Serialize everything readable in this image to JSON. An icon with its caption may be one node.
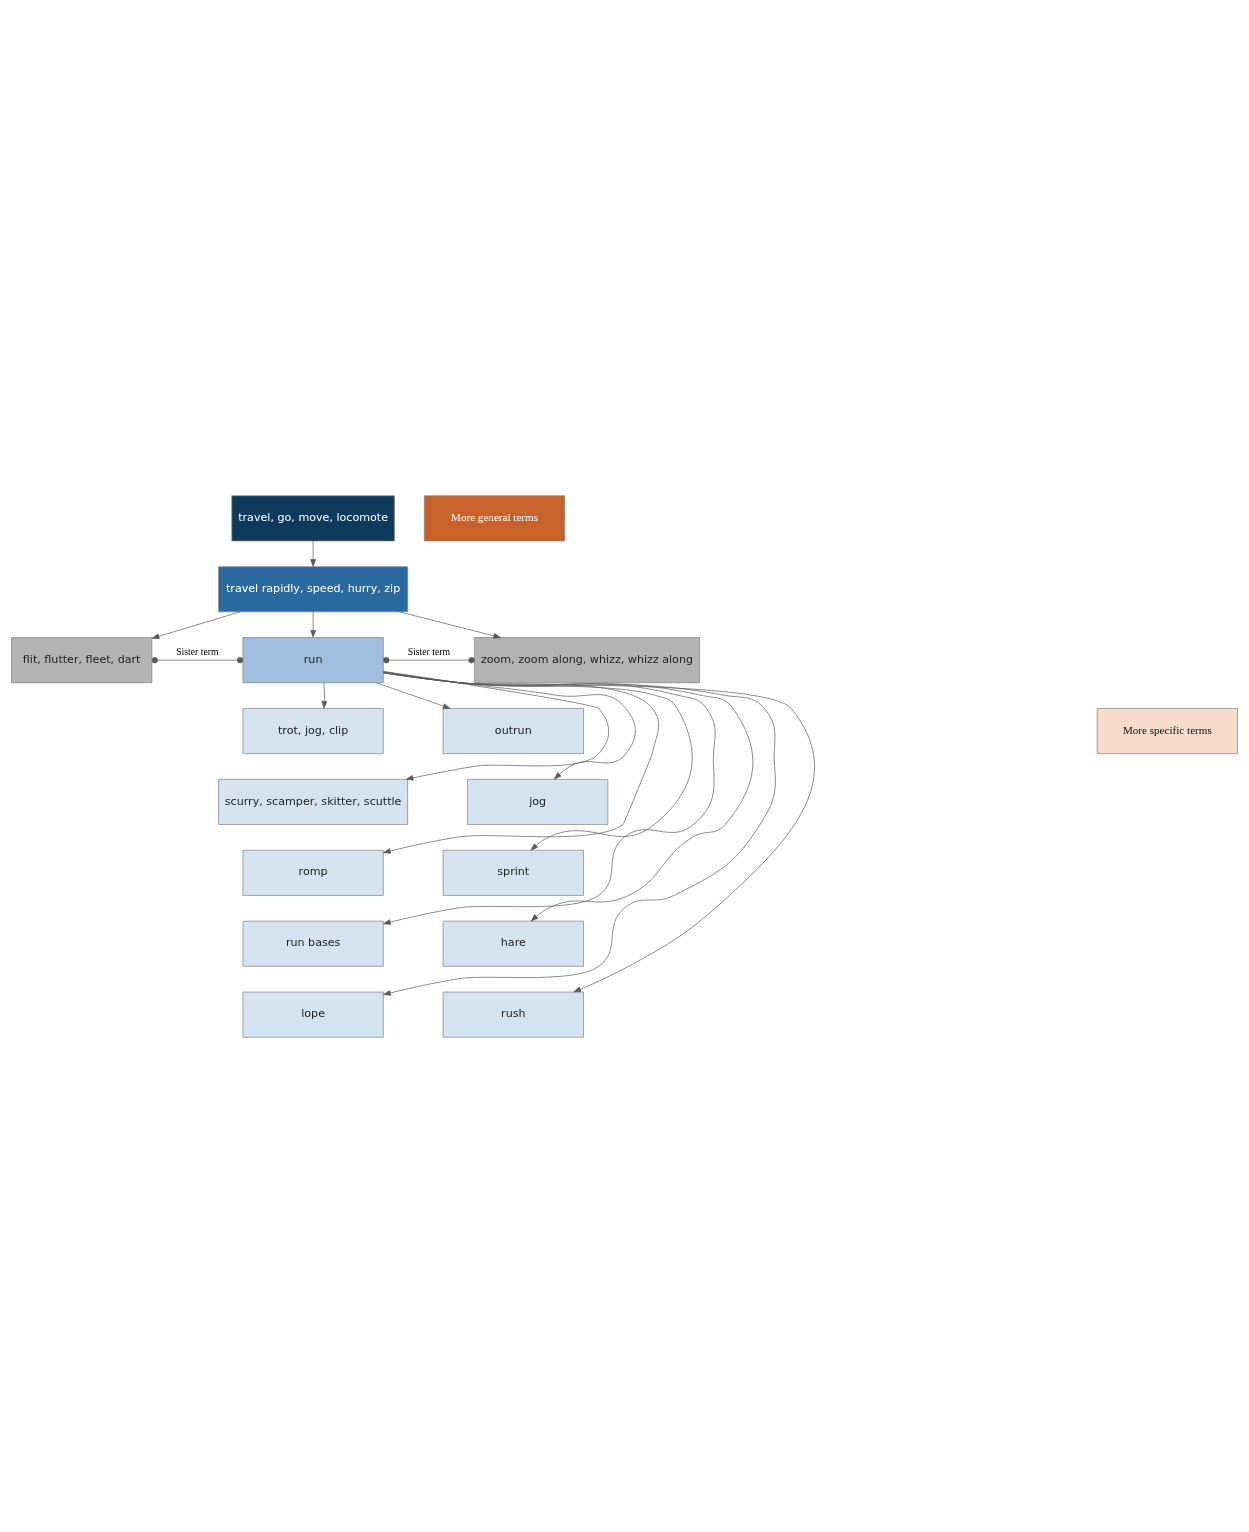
{
  "diagram": {
    "nodes": [
      {
        "text": [
          "travel, go, move, locomote"
        ]
      },
      {
        "text": [
          "travel rapidly, speed, hurry, zip"
        ]
      },
      {
        "text": [
          "flit, flutter, fleet, dart"
        ]
      },
      {
        "text": [
          "run"
        ]
      },
      {
        "text": [
          "zoom, zoom along, whizz, whizz along"
        ]
      },
      {
        "text": [
          "trot, jog, clip"
        ]
      },
      {
        "text": [
          "outrun"
        ]
      },
      {
        "text": [
          "scurry, scamper, skitter, scuttle"
        ]
      },
      {
        "text": [
          "jog"
        ]
      },
      {
        "text": [
          "romp"
        ]
      },
      {
        "text": [
          "sprint"
        ]
      },
      {
        "text": [
          "run bases"
        ]
      },
      {
        "text": [
          "hare"
        ]
      },
      {
        "text": [
          "lope"
        ]
      },
      {
        "text": [
          "rush"
        ]
      },
      {
        "text": [
          "More general terms"
        ]
      },
      {
        "text": [
          "More specific terms"
        ]
      }
    ],
    "edges": [
      {
        "from": 0,
        "to": 1,
        "arrow": "to"
      },
      {
        "from": 1,
        "to": 2,
        "arrow": "to"
      },
      {
        "from": 1,
        "to": 3,
        "arrow": "to"
      },
      {
        "from": 1,
        "to": 4,
        "arrow": "to"
      },
      {
        "from": 2,
        "to": 3,
        "arrow": "other",
        "label": "Sister term"
      },
      {
        "from": 3,
        "to": 4,
        "arrow": "other",
        "label": "Sister term"
      },
      {
        "from": 3,
        "to": 5,
        "arrow": "to"
      },
      {
        "from": 3,
        "to": 6,
        "arrow": "to"
      },
      {
        "from": 3,
        "to": 7,
        "arrow": "to"
      },
      {
        "from": 3,
        "to": 8,
        "arrow": "to"
      },
      {
        "from": 3,
        "to": 9,
        "arrow": "to"
      },
      {
        "from": 3,
        "to": 10,
        "arrow": "to"
      },
      {
        "from": 3,
        "to": 11,
        "arrow": "to"
      },
      {
        "from": 3,
        "to": 12,
        "arrow": "to"
      },
      {
        "from": 3,
        "to": 13,
        "arrow": "to"
      },
      {
        "from": 3,
        "to": 14,
        "arrow": "to"
      }
    ]
  }
}
